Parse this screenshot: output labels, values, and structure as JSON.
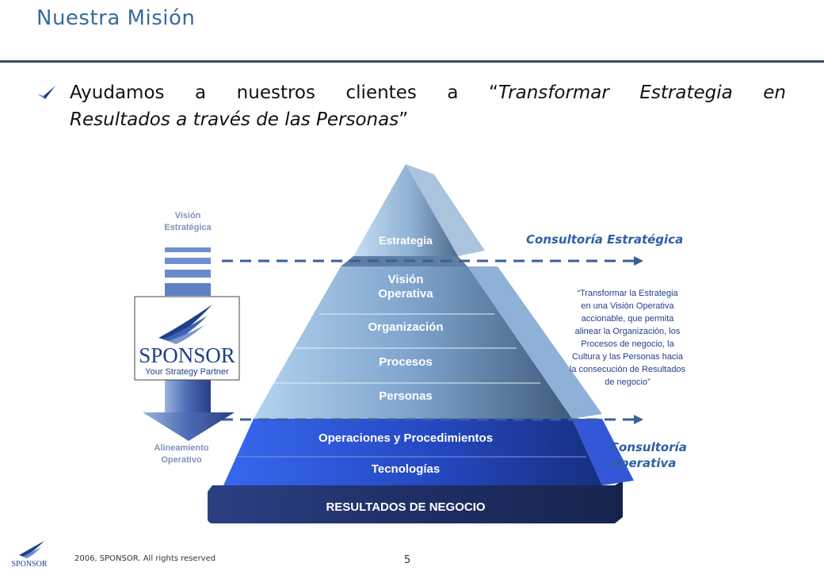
{
  "header": {
    "title": "Nuestra Misión"
  },
  "bullet": {
    "icon": "checkmark-bullet-icon",
    "line1_prefix": "Ayudamos a nuestros clientes a “",
    "line1_italic": "Transformar Estrategia en",
    "line2_italic": "Resultados a través de las Personas",
    "line2_suffix": "”"
  },
  "pyramid": {
    "levels": [
      "Estrategia",
      "Visión",
      "Operativa",
      "Organización",
      "Procesos",
      "Personas",
      "Operaciones y Procedimientos",
      "Tecnologías"
    ],
    "base": "RESULTADOS DE NEGOCIO"
  },
  "left_arrow": {
    "top_label_1": "Visión",
    "top_label_2": "Estratégica",
    "bottom_label_1": "Alineamiento",
    "bottom_label_2": "Operativo"
  },
  "logo": {
    "name": "SPONSOR",
    "tagline": "Your Strategy Partner"
  },
  "right": {
    "consultoria_estrategica": "Consultoría Estratégica",
    "consultoria_operativa_1": "Consultoría",
    "consultoria_operativa_2": "Operativa",
    "description": [
      "“Transformar la Estrategia",
      "en una Visión Operativa",
      "accionable, que permita",
      "alinear la Organización, los",
      "Procesos de negocio, la",
      "Cultura y las Personas hacia",
      "la consecución de Resultados",
      "de negocio”"
    ]
  },
  "footer": {
    "logo_text": "SPONSOR",
    "copyright": "2006, SPONSOR. All rights reserved",
    "page_number": "5"
  },
  "colors": {
    "title": "#3b6aa0",
    "pyramid_light": "#aacbe8",
    "pyramid_dark": "#3f5f85",
    "operations_blue": "#2a4fd6",
    "base_navy": "#1f2f66",
    "consultoria_blue": "#2e5fa6"
  }
}
